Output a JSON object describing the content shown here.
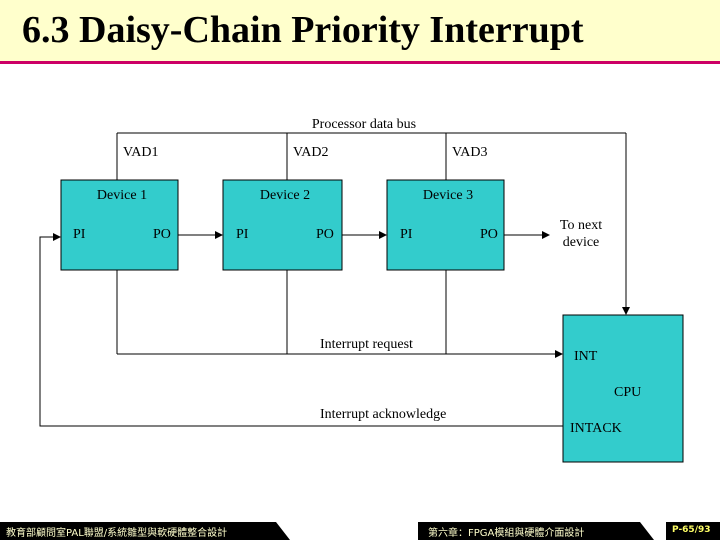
{
  "slide": {
    "title": "6.3 Daisy-Chain Priority Interrupt"
  },
  "diagram": {
    "bus_label": "Processor data bus",
    "devices": [
      {
        "name": "Device 1",
        "vad": "VAD1",
        "pi": "PI",
        "po": "PO"
      },
      {
        "name": "Device 2",
        "vad": "VAD2",
        "pi": "PI",
        "po": "PO"
      },
      {
        "name": "Device 3",
        "vad": "VAD3",
        "pi": "PI",
        "po": "PO"
      }
    ],
    "next_device_line1": "To next",
    "next_device_line2": "device",
    "interrupt_request": "Interrupt request",
    "interrupt_acknowledge": "Interrupt acknowledge",
    "cpu": {
      "label": "CPU",
      "int": "INT",
      "intack": "INTACK"
    },
    "box_color": "#33cccc"
  },
  "footer": {
    "left": "教育部顧問室PAL聯盟/系統雛型與軟硬體整合設計",
    "middle": "第六章：FPGA模組與硬體介面設計",
    "page": "P-65/93"
  }
}
